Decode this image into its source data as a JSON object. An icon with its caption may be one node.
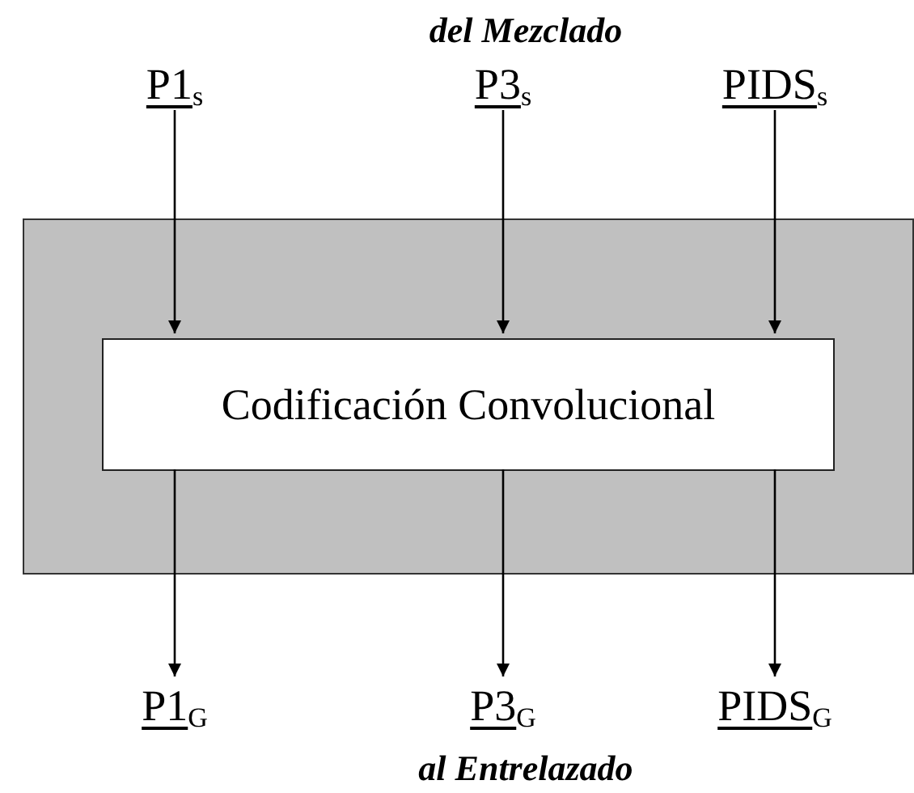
{
  "diagram": {
    "nodes": [
      {
        "text": [],
        "shape": "box"
      },
      {
        "text": [
          "Codificación Convolucional"
        ],
        "in": 0
      },
      {
        "text": [
          "P1$_{s}$"
        ]
      },
      {
        "text": [
          "P3$_{s}$"
        ]
      },
      {
        "text": [
          "PIDS$_{s}$"
        ]
      },
      {
        "text": [
          "P1$_{G}$"
        ]
      },
      {
        "text": [
          "P3$_{G}$"
        ]
      },
      {
        "text": [
          "PIDS$_{G}$"
        ]
      }
    ],
    "edges": [
      {
        "from": 2,
        "to": 1,
        "arrow": "to"
      },
      {
        "from": 3,
        "to": 1,
        "arrow": "to"
      },
      {
        "from": 4,
        "to": 1,
        "arrow": "to"
      },
      {
        "from": 1,
        "to": 5,
        "arrow": "to"
      },
      {
        "from": 1,
        "to": 6,
        "arrow": "to"
      },
      {
        "from": 1,
        "to": 7,
        "arrow": "to"
      }
    ],
    "labels": [
      "del Mezclado",
      "al Entrelazado"
    ]
  }
}
